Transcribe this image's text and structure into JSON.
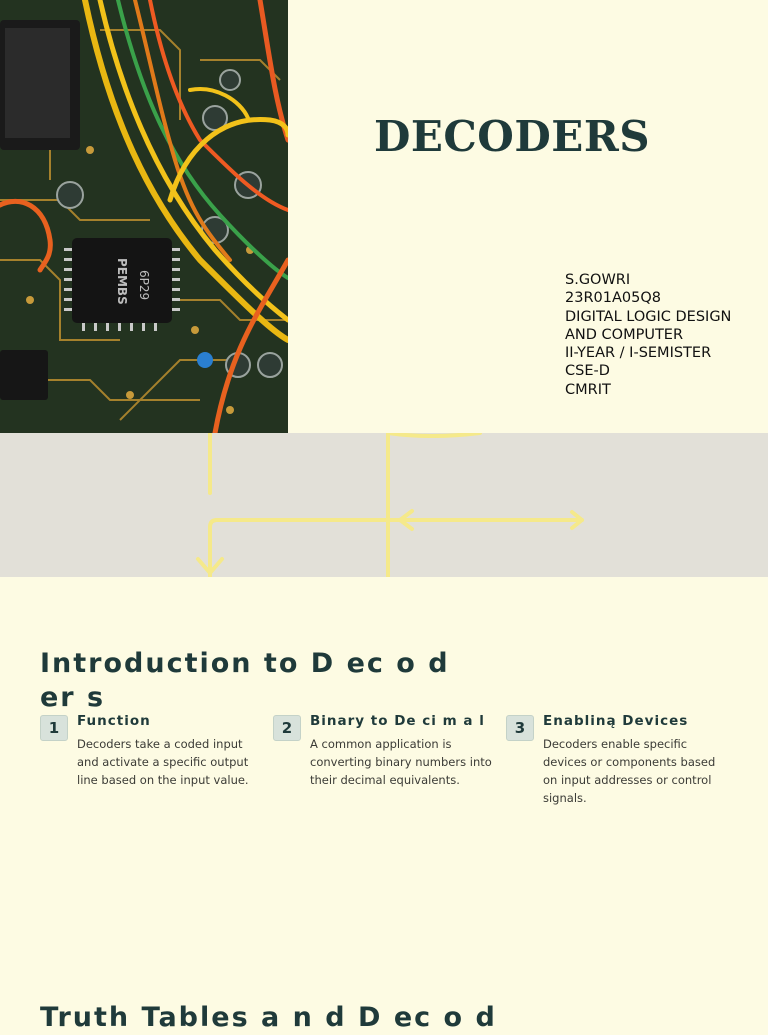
{
  "title_slide": {
    "title": "DECODERS",
    "author_lines": [
      "S.GOWRI",
      "23R01A05Q8",
      "DIGITAL LOGIC DESIGN",
      "AND COMPUTER",
      "II-YEAR / I-SEMISTER",
      "CSE-D",
      "CMRIT"
    ],
    "chip_text": [
      "6P29",
      "PEMBS"
    ]
  },
  "intro_slide": {
    "heading": "Introduction to D ec o d er s",
    "cards": [
      {
        "number": "1",
        "title": "Function",
        "description": "Decoders take a coded input and activate a specific output line based on the input value."
      },
      {
        "number": "2",
        "title": "Binary to De ci m a l",
        "description": "A common application is converting binary numbers into their decimal equivalents."
      },
      {
        "number": "3",
        "title": "Enabliną Devices",
        "description": "Decoders enable specific devices or components based on input addresses or control signals."
      }
    ]
  },
  "next_slide": {
    "heading": "Truth Tables a n d D ec o d"
  },
  "colors": {
    "background": "#fdfbe3",
    "heading": "#1f3a3a",
    "banner": "#e2e0d8",
    "banner_lines": "#f5e98a",
    "badge": "#d8e2db"
  }
}
